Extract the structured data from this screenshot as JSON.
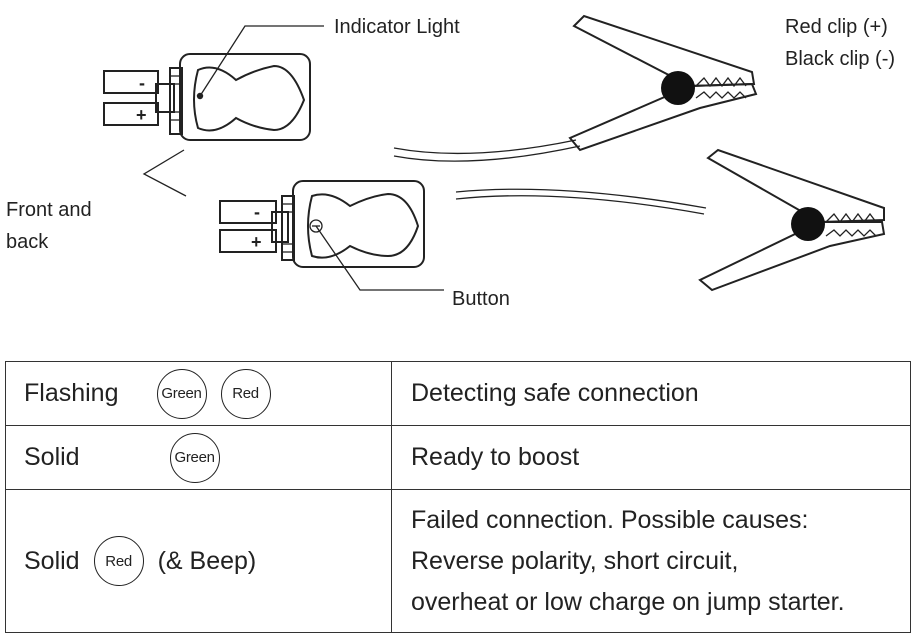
{
  "labels": {
    "indicator_light": "Indicator Light",
    "red_clip": "Red clip (+)",
    "black_clip": "Black clip (-)",
    "front_back_line1": "Front and",
    "front_back_line2": "back",
    "button": "Button"
  },
  "terminal_signs": {
    "minus": "-",
    "plus": "+"
  },
  "table": {
    "rows": [
      {
        "state": "Flashing",
        "lights": [
          "Green",
          "Red"
        ],
        "extra": "",
        "description": [
          "Detecting safe connection"
        ]
      },
      {
        "state": "Solid",
        "lights": [
          "Green"
        ],
        "extra": "",
        "description": [
          "Ready to boost"
        ]
      },
      {
        "state": "Solid",
        "lights": [
          "Red"
        ],
        "extra": "(& Beep)",
        "description": [
          "Failed connection. Possible causes:",
          "Reverse polarity, short circuit,",
          "overheat or low charge on jump starter."
        ]
      }
    ]
  }
}
